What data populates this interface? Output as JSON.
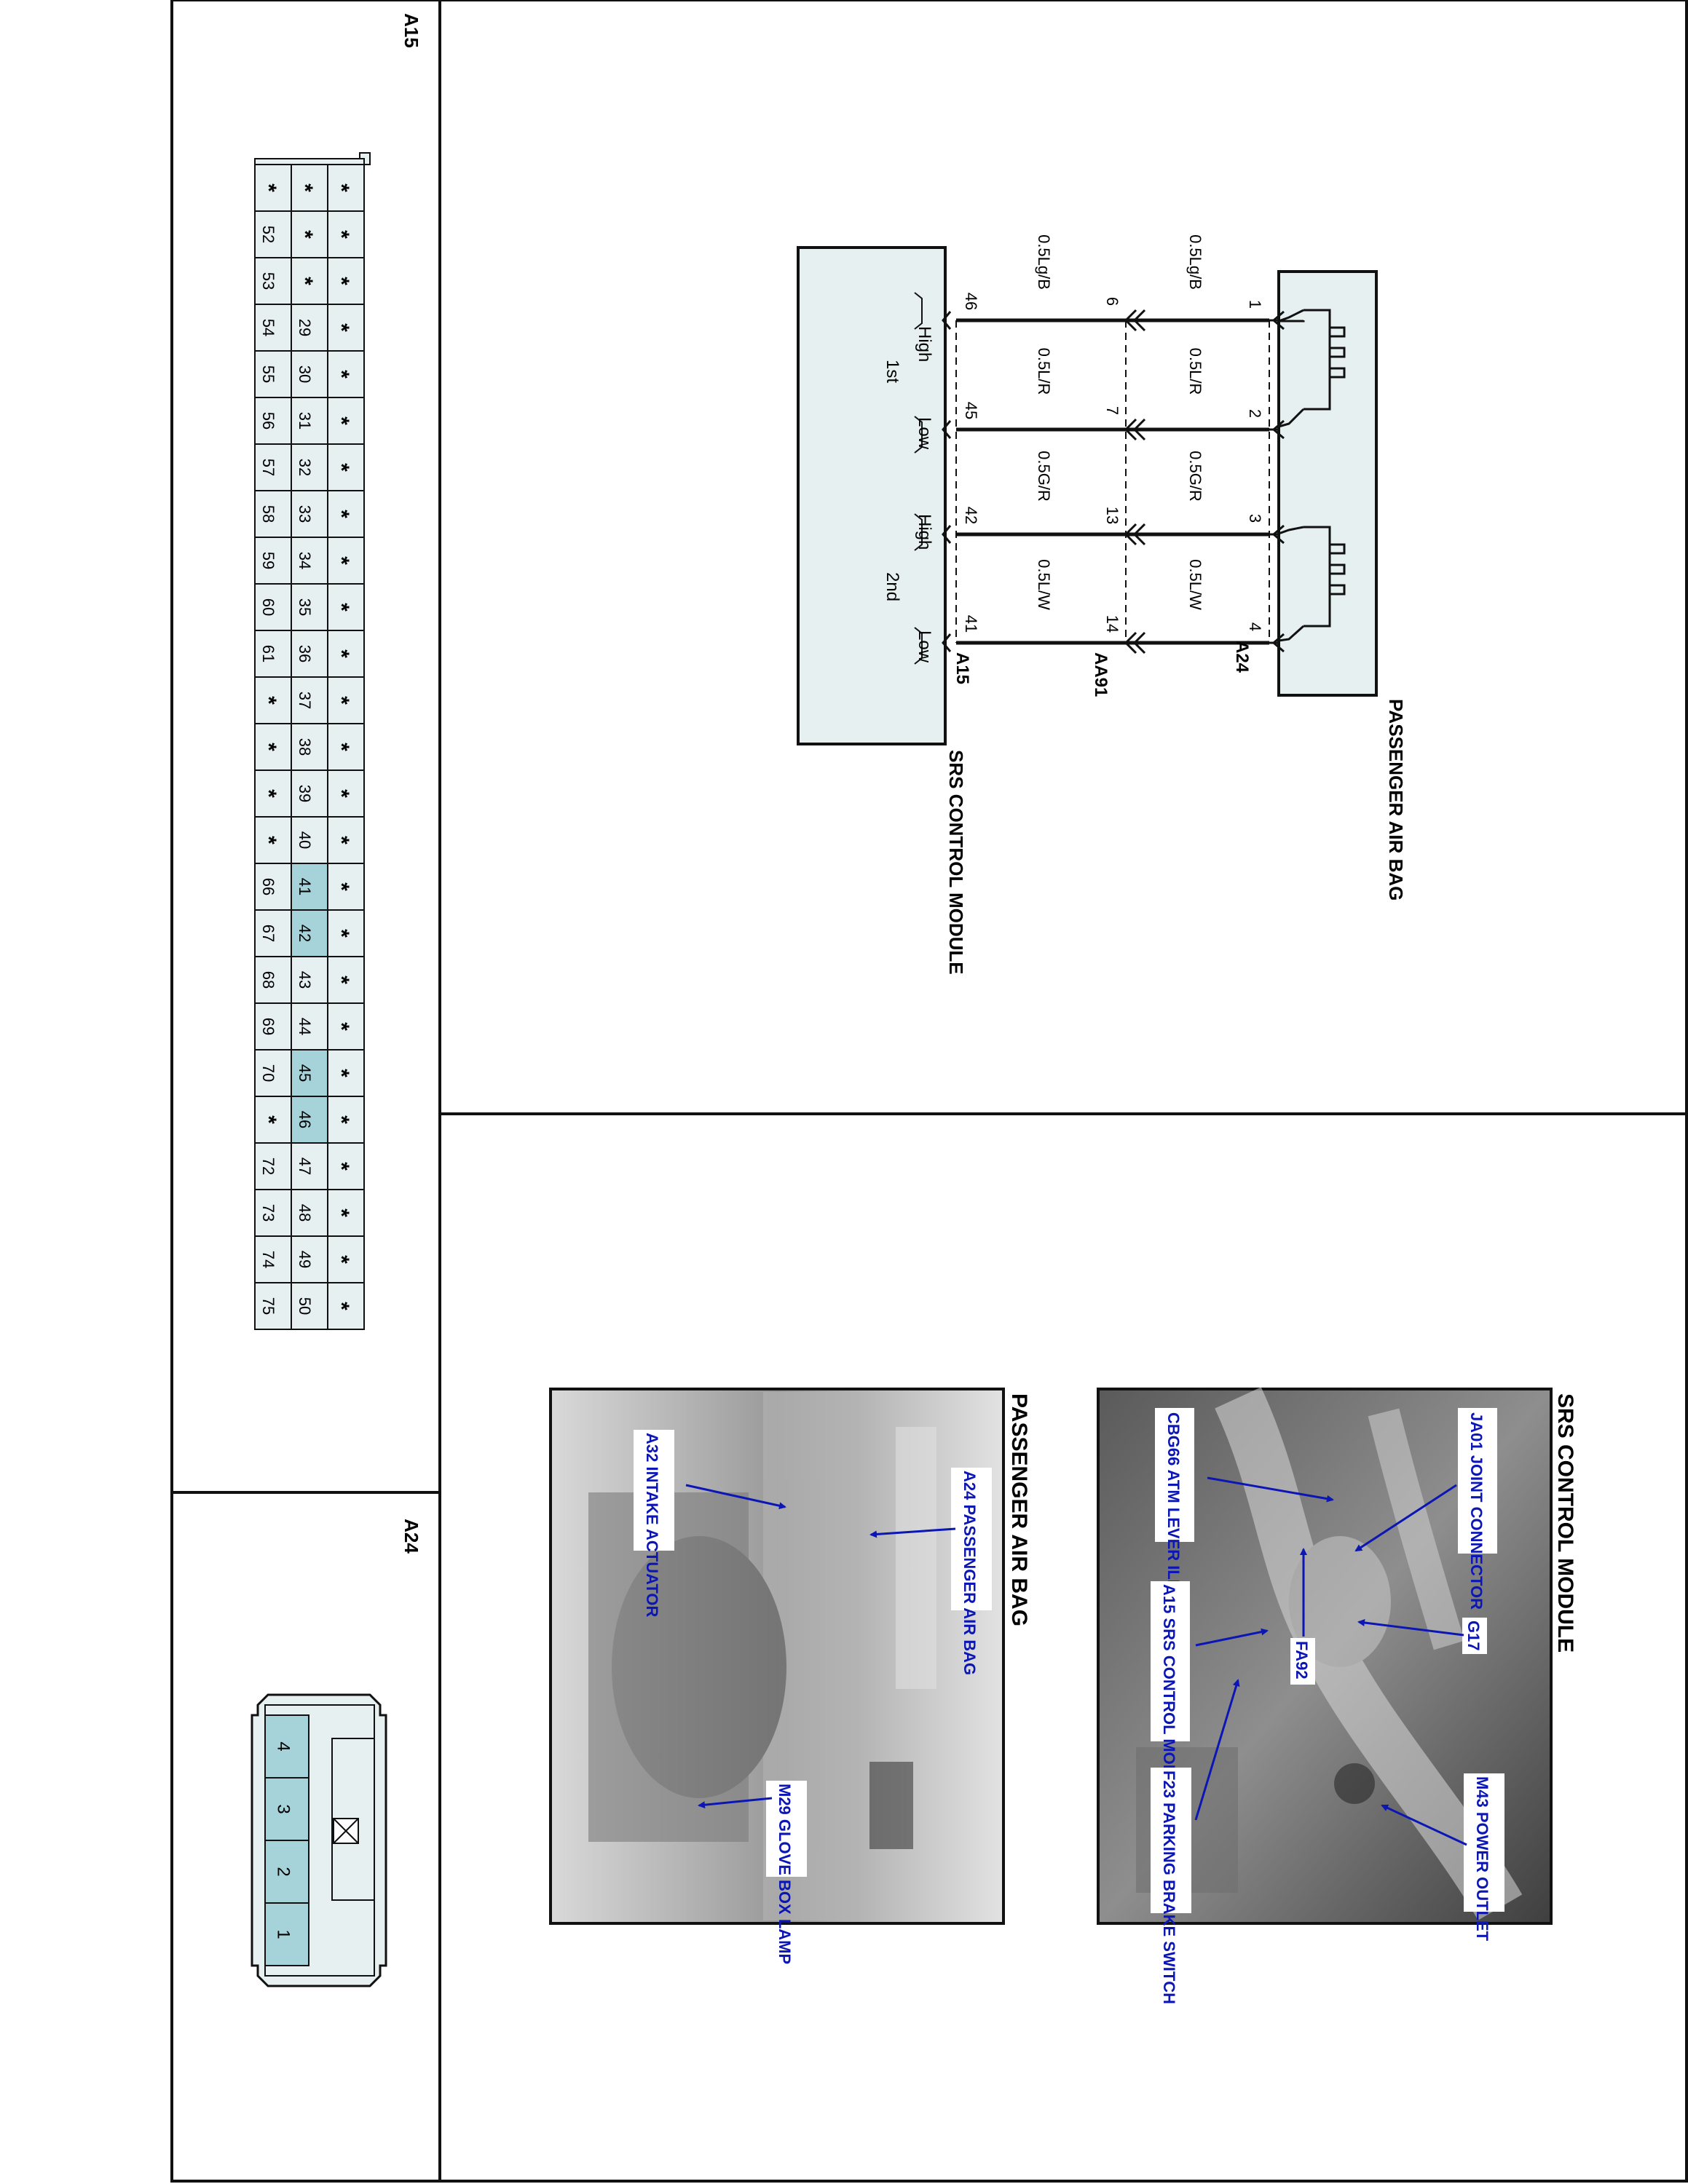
{
  "connector_a15": {
    "label": "A15",
    "rows": {
      "r1": [
        "*",
        "*",
        "*",
        "*",
        "*",
        "*",
        "*",
        "*",
        "*",
        "*",
        "*",
        "*",
        "*",
        "*",
        "*",
        "*",
        "*",
        "*",
        "*",
        "*",
        "*",
        "*",
        "*",
        "*",
        "*"
      ],
      "r2": [
        "*",
        "*",
        "*",
        "29",
        "30",
        "31",
        "32",
        "33",
        "34",
        "35",
        "36",
        "37",
        "38",
        "39",
        "40",
        "41",
        "42",
        "43",
        "44",
        "45",
        "46",
        "47",
        "48",
        "49",
        "50"
      ],
      "r3": [
        "*",
        "52",
        "53",
        "54",
        "55",
        "56",
        "57",
        "58",
        "59",
        "60",
        "61",
        "*",
        "*",
        "*",
        "*",
        "66",
        "67",
        "68",
        "69",
        "70",
        "*",
        "72",
        "73",
        "74",
        "75"
      ]
    },
    "highlighted_pins": [
      "41",
      "42",
      "45",
      "46"
    ]
  },
  "connector_a24": {
    "label": "A24",
    "pins": [
      "4",
      "3",
      "2",
      "1"
    ]
  },
  "diagram": {
    "passenger_air_bag": "PASSENGER AIR BAG",
    "srs_control_module": "SRS CONTROL MODULE",
    "connector_labels": {
      "a24": "A24",
      "aa91": "AA91",
      "a15": "A15"
    },
    "circuits": [
      {
        "a24_pin": "1",
        "aa91_pin": "6",
        "a15_pin": "46",
        "wire_upper": "0.5Lg/B",
        "wire_lower": "0.5Lg/B"
      },
      {
        "a24_pin": "2",
        "aa91_pin": "7",
        "a15_pin": "45",
        "wire_upper": "0.5L/R",
        "wire_lower": "0.5L/R"
      },
      {
        "a24_pin": "3",
        "aa91_pin": "13",
        "a15_pin": "42",
        "wire_upper": "0.5G/R",
        "wire_lower": "0.5G/R"
      },
      {
        "a24_pin": "4",
        "aa91_pin": "14",
        "a15_pin": "41",
        "wire_upper": "0.5L/W",
        "wire_lower": "0.5L/W"
      }
    ],
    "stage_labels": {
      "high": "High",
      "low": "Low",
      "first": "1st",
      "second": "2nd"
    }
  },
  "photo_srs": {
    "title": "SRS CONTROL MODULE",
    "callouts": {
      "ja01": "JA01 JOINT CONNECTOR",
      "cbg66": "CBG66 ATM LEVER ILLUMINATION",
      "g17": "G17",
      "fa92": "FA92",
      "a15": "A15 SRS CONTROL MODULE",
      "m43": "M43 POWER OUTLET",
      "f23": "F23 PARKING BRAKE SWITCH"
    }
  },
  "photo_pab": {
    "title": "PASSENGER AIR BAG",
    "callouts": {
      "a24": "A24 PASSENGER AIR BAG",
      "a32": "A32 INTAKE ACTUATOR",
      "m29": "M29 GLOVE BOX LAMP"
    }
  },
  "colors": {
    "connector_fill": "#e6f0f1",
    "pin_highlight": "#a6d2d9",
    "callout_text": "#0b16b4",
    "line": "#111111"
  }
}
